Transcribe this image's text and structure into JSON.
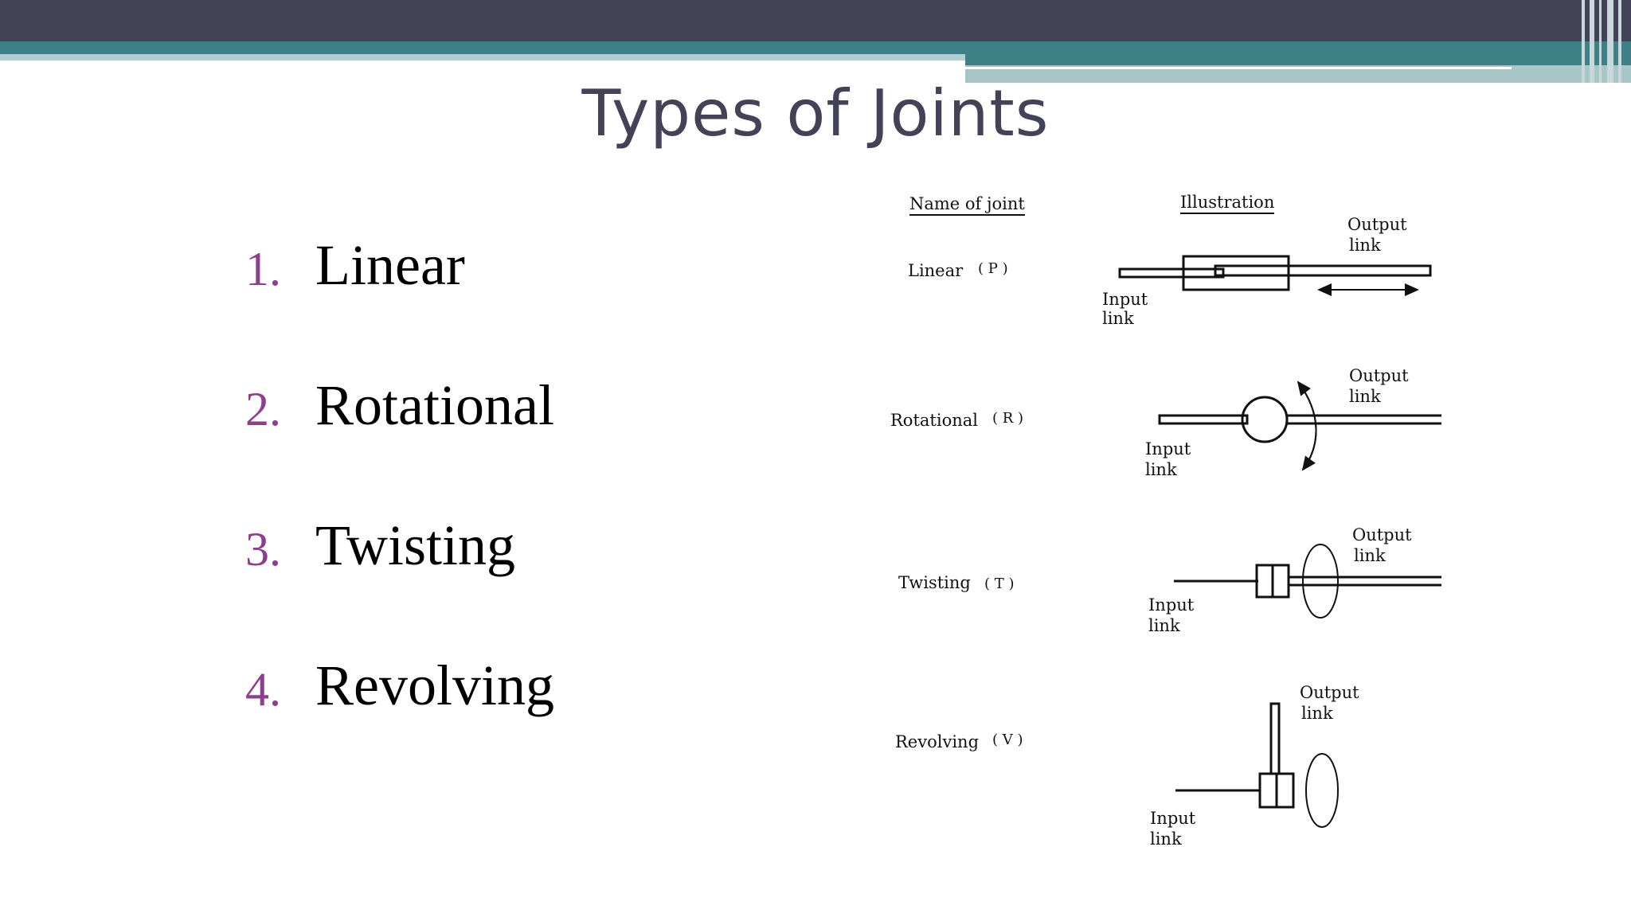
{
  "slide": {
    "title": "Types of Joints",
    "items": [
      {
        "number": "1.",
        "label": "Linear"
      },
      {
        "number": "2.",
        "label": "Rotational"
      },
      {
        "number": "3.",
        "label": "Twisting"
      },
      {
        "number": "4.",
        "label": "Revolving"
      }
    ]
  },
  "figure": {
    "header_name": "Name of joint",
    "header_illustration": "Illustration",
    "rows": [
      {
        "name": "Linear",
        "code": "( P )",
        "output": [
          "Output",
          "link"
        ],
        "input": [
          "Input",
          "link"
        ]
      },
      {
        "name": "Rotational",
        "code": "( R )",
        "output": [
          "Output",
          "link"
        ],
        "input": [
          "Input",
          "link"
        ]
      },
      {
        "name": "Twisting",
        "code": "( T )",
        "output": [
          "Output",
          "link"
        ],
        "input": [
          "Input",
          "link"
        ]
      },
      {
        "name": "Revolving",
        "code": "( V )",
        "output": [
          "Output",
          "link"
        ],
        "input": [
          "Input",
          "link"
        ]
      }
    ]
  },
  "colors": {
    "title": "#444256",
    "number": "#8d3f8e",
    "band_dark": "#444256",
    "band_teal": "#3f7f86"
  }
}
